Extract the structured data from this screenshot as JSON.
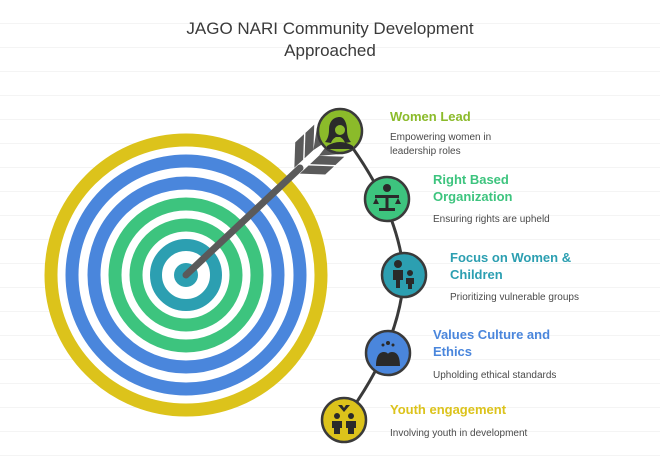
{
  "title": {
    "line1": "JAGO NARI Community Development",
    "line2": "Approached"
  },
  "colors": {
    "yellow": "#dcc31b",
    "blue": "#4a86dc",
    "green": "#3dc47e",
    "teal": "#2c9fb1",
    "lime": "#8bbb2a",
    "arrow": "#5a5a5a",
    "track": "#3a3a3a"
  },
  "items": [
    {
      "label_lines": [
        "Women Lead"
      ],
      "description_lines": [
        "Empowering women in",
        "leadership roles"
      ],
      "icon": "woman-leader-icon",
      "color": "#8bbb2a"
    },
    {
      "label_lines": [
        "Right Based",
        "Organization"
      ],
      "description_lines": [
        "Ensuring rights are upheld"
      ],
      "icon": "justice-scale-icon",
      "color": "#3dc47e"
    },
    {
      "label_lines": [
        "Focus on Women &",
        "Children"
      ],
      "description_lines": [
        "Prioritizing vulnerable groups"
      ],
      "icon": "mother-child-icon",
      "color": "#2c9fb1"
    },
    {
      "label_lines": [
        "Values Culture and",
        "Ethics"
      ],
      "description_lines": [
        "Upholding ethical standards"
      ],
      "icon": "heads-ethics-icon",
      "color": "#4a86dc"
    },
    {
      "label_lines": [
        "Youth engagement"
      ],
      "description_lines": [
        "Involving youth in development"
      ],
      "icon": "youth-people-icon",
      "color": "#dcc31b"
    }
  ]
}
